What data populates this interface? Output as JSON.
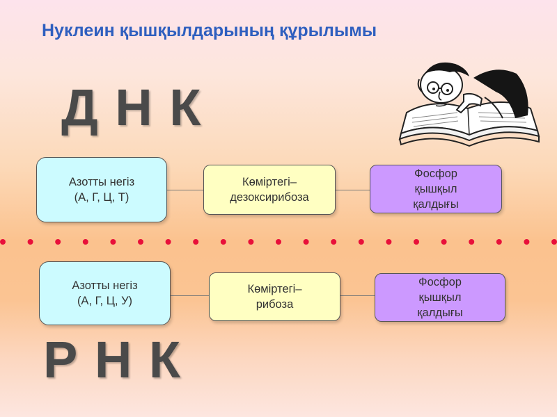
{
  "title": "Нуклеин қышқылдарының құрылымы",
  "dna": {
    "label": "Д Н К",
    "boxes": [
      {
        "line1": "Азотты негіз",
        "line2": "(А, Г, Ц, Т)",
        "line3": ""
      },
      {
        "line1": "Көміртегі–",
        "line2": "дезоксирибоза",
        "line3": ""
      },
      {
        "line1": "Фосфор",
        "line2": "қышқыл",
        "line3": "қалдығы"
      }
    ]
  },
  "rna": {
    "label": "Р Н К",
    "boxes": [
      {
        "line1": "Азотты негіз",
        "line2": "(А, Г, Ц, У)",
        "line3": ""
      },
      {
        "line1": "Көміртегі–",
        "line2": "рибоза",
        "line3": ""
      },
      {
        "line1": "Фосфор",
        "line2": "қышқыл",
        "line3": "қалдығы"
      }
    ]
  },
  "colors": {
    "title": "#2f5fbf",
    "nitrogen_base_box": "#ccfbff",
    "sugar_box": "#ffffc2",
    "phosphate_box": "#cc99ff",
    "divider_dots": "#e8103a"
  },
  "illustration": {
    "icon": "professor-reading-book-icon"
  }
}
